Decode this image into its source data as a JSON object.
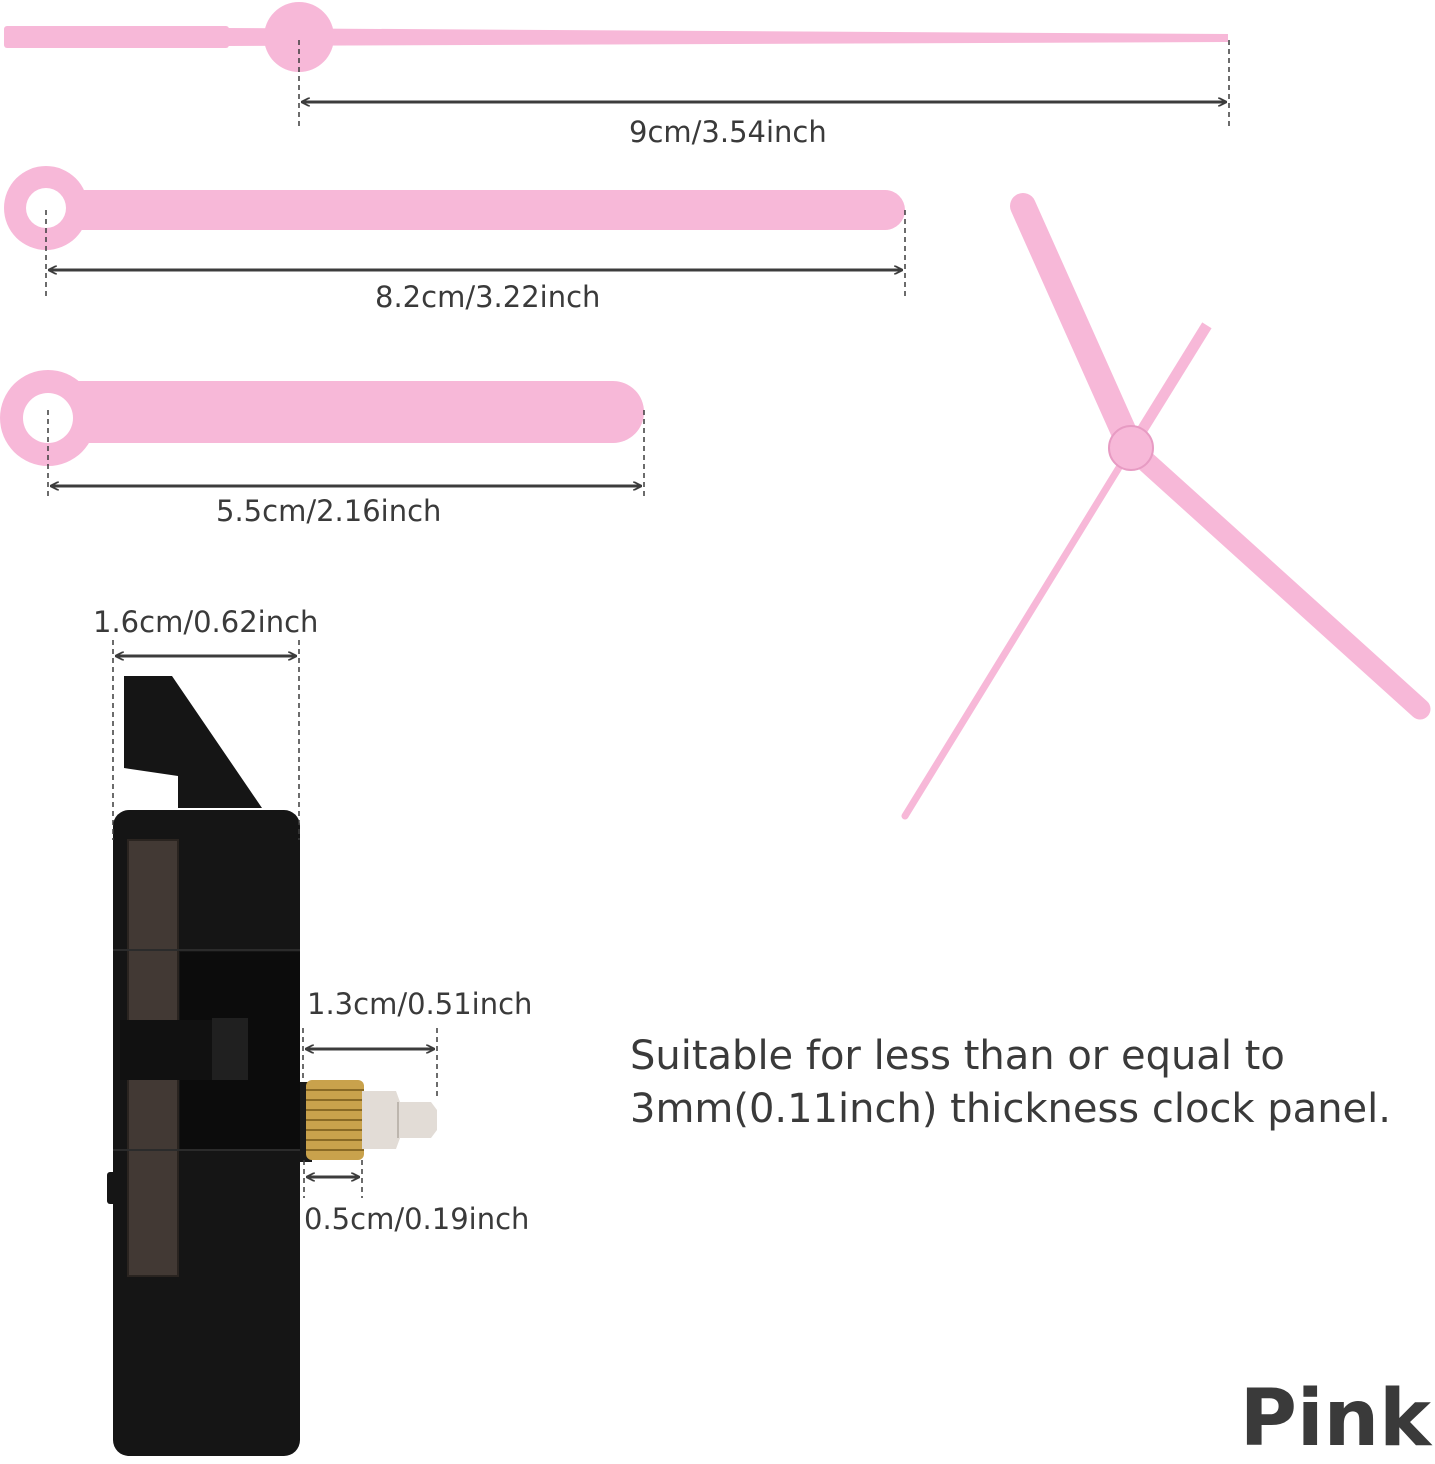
{
  "colors": {
    "hand": "#f7b8d8",
    "hand_shade": "#f0a6cc",
    "movement": "#151515",
    "movement_window": "#4a3f3a",
    "thread": "#c9a24c",
    "shaft": "#e2dcd6",
    "dimension_line": "#3c3c3c",
    "text": "#3a3a3a"
  },
  "dimensions": {
    "second_hand": "9cm/3.54inch",
    "minute_hand": "8.2cm/3.22inch",
    "hour_hand": "5.5cm/2.16inch",
    "movement_depth": "1.6cm/0.62inch",
    "shaft_length": "1.3cm/0.51inch",
    "thread_length": "0.5cm/0.19inch"
  },
  "note": {
    "line1": "Suitable for less than or equal to",
    "line2": "3mm(0.11inch) thickness clock panel."
  },
  "color_name": "Pink"
}
